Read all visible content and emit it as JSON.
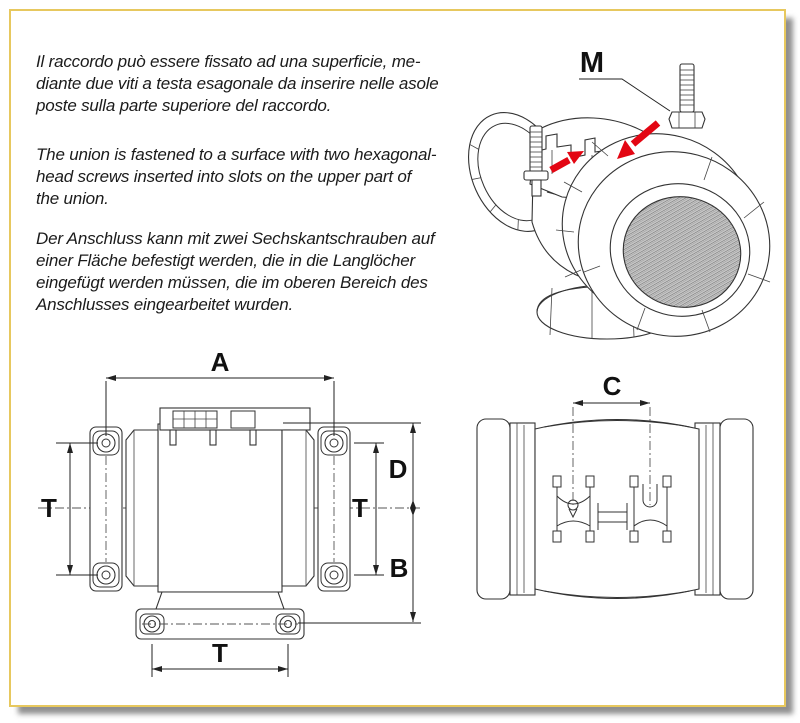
{
  "page": {
    "background": "#ffffff",
    "border_color": "#e7c85e",
    "shadow_color": "#7d7d7d",
    "line_color": "#333333",
    "arrow_color": "#e30613",
    "text_color": "#1b1b1b"
  },
  "paragraphs": {
    "italian": "Il raccordo può essere fissato ad una superficie, me-\ndiante due viti a testa esagonale da inserire nelle asole\nposte sulla parte superiore del raccordo.",
    "english": "The union is fastened to a surface with two hexagonal-\nhead screws inserted into slots on the upper part of\nthe union.",
    "german": "Der Anschluss kann mit zwei Sechskantschrauben auf\neiner Fläche befestigt werden, die in die Langlöcher\neingefügt werden müssen, die im oberen Bereich des\nAnschlusses eingearbeitet wurden."
  },
  "labels": {
    "screw_label": "M",
    "overall_width": "A",
    "thread_left": "T",
    "thread_right": "T",
    "thread_bottom": "T",
    "top_to_center": "D",
    "center_to_bottom": "B",
    "slot_spacing": "C"
  }
}
